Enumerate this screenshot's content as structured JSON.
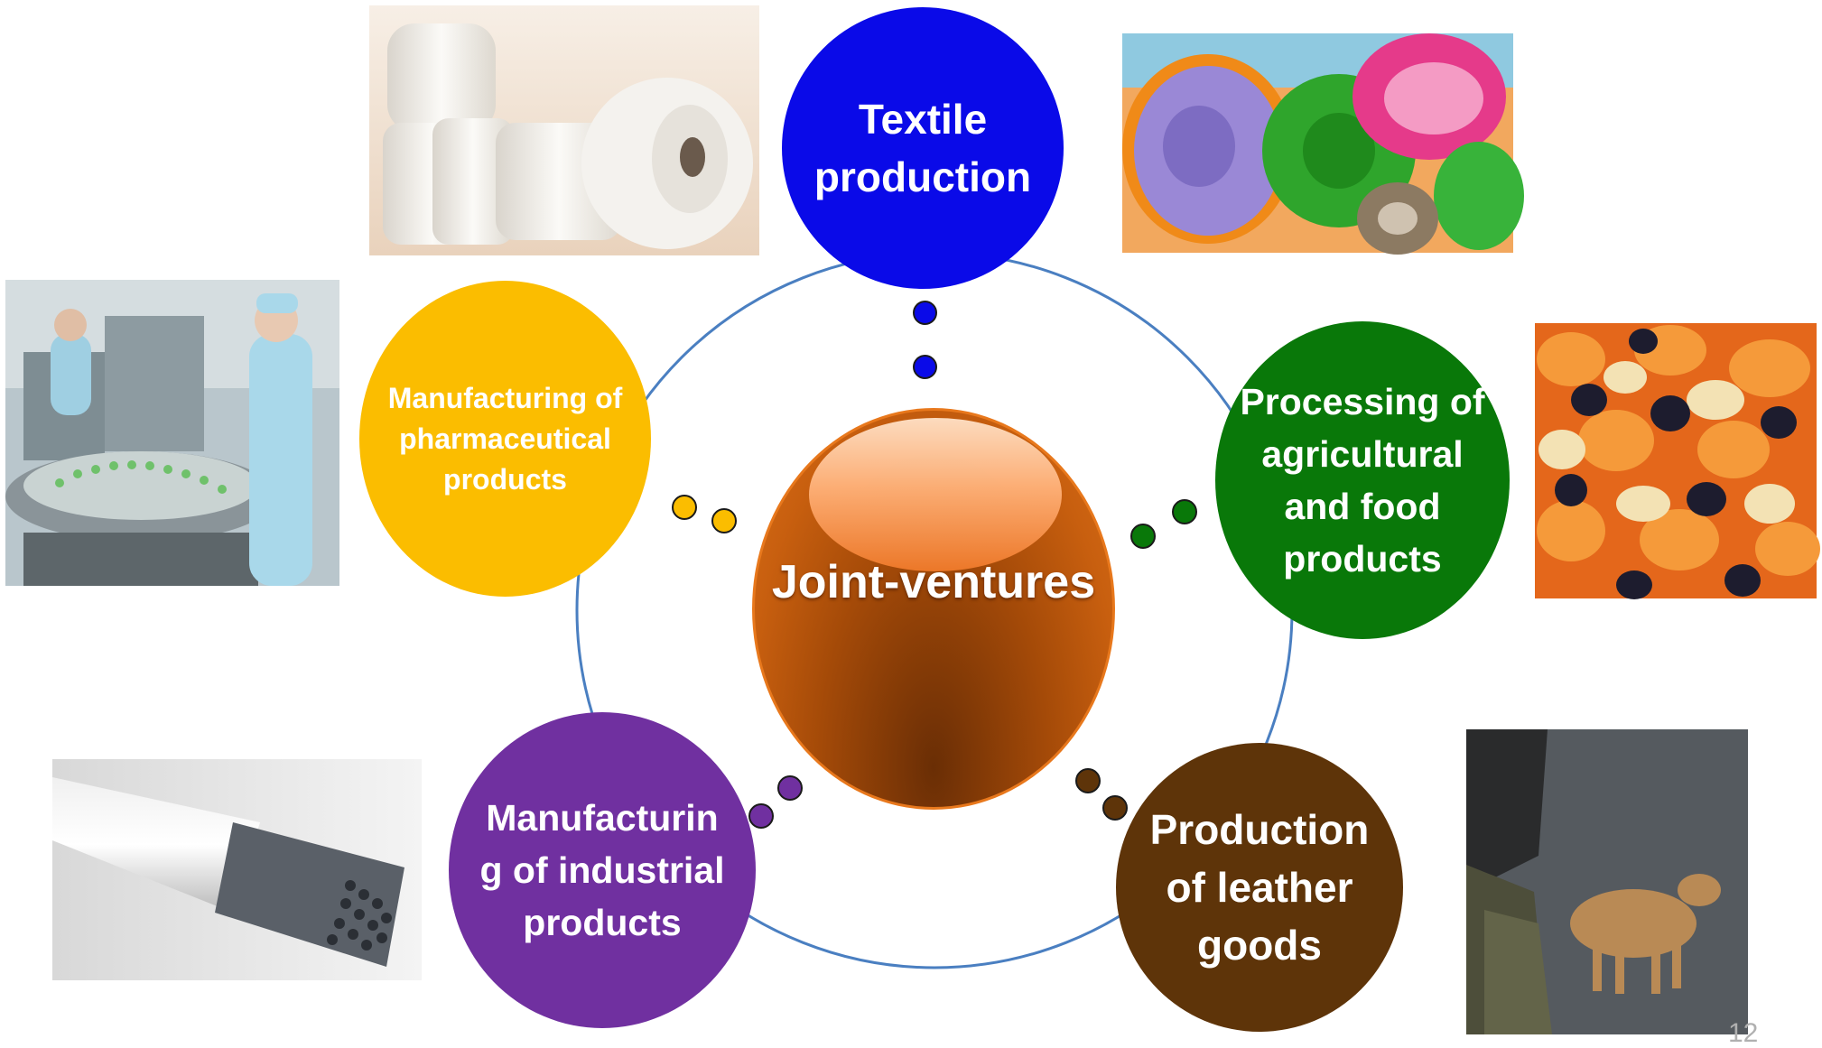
{
  "center": {
    "label": "Joint-ventures",
    "color": "#b24f0a"
  },
  "nodes": [
    {
      "id": "textile",
      "lines": [
        "Textile",
        "production"
      ],
      "color": "#0a0ae8"
    },
    {
      "id": "pharma",
      "lines": [
        "Manufacturing of",
        "pharmaceutical",
        "products"
      ],
      "color": "#fbbd00"
    },
    {
      "id": "agri",
      "lines": [
        "Processing of",
        "agricultural",
        "and food",
        "products"
      ],
      "color": "#097809"
    },
    {
      "id": "industrial",
      "lines": [
        "Manufacturin",
        "g of industrial",
        "products"
      ],
      "color": "#7030a0"
    },
    {
      "id": "leather",
      "lines": [
        "Production",
        "of leather",
        "goods"
      ],
      "color": "#5e3409"
    }
  ],
  "ring_color": "#4a7fc1",
  "page_number": "12"
}
